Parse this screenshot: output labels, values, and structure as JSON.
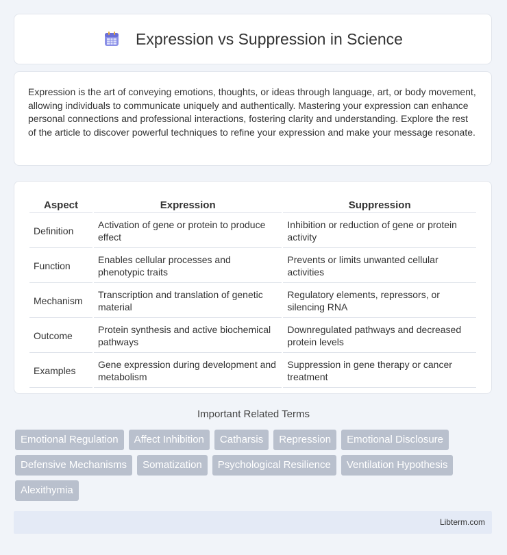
{
  "header": {
    "title": "Expression vs Suppression in Science",
    "icon": "calendar-icon"
  },
  "intro": {
    "text": "Expression is the art of conveying emotions, thoughts, or ideas through language, art, or body movement, allowing individuals to communicate uniquely and authentically. Mastering your expression can enhance personal connections and professional interactions, fostering clarity and understanding. Explore the rest of the article to discover powerful techniques to refine your expression and make your message resonate."
  },
  "table": {
    "headers": [
      "Aspect",
      "Expression",
      "Suppression"
    ],
    "rows": [
      [
        "Definition",
        "Activation of gene or protein to produce effect",
        "Inhibition or reduction of gene or protein activity"
      ],
      [
        "Function",
        "Enables cellular processes and phenotypic traits",
        "Prevents or limits unwanted cellular activities"
      ],
      [
        "Mechanism",
        "Transcription and translation of genetic material",
        "Regulatory elements, repressors, or silencing RNA"
      ],
      [
        "Outcome",
        "Protein synthesis and active biochemical pathways",
        "Downregulated pathways and decreased protein levels"
      ],
      [
        "Examples",
        "Gene expression during development and metabolism",
        "Suppression in gene therapy or cancer treatment"
      ]
    ]
  },
  "related": {
    "title": "Important Related Terms",
    "tags": [
      "Emotional Regulation",
      "Affect Inhibition",
      "Catharsis",
      "Repression",
      "Emotional Disclosure",
      "Defensive Mechanisms",
      "Somatization",
      "Psychological Resilience",
      "Ventilation Hypothesis",
      "Alexithymia"
    ]
  },
  "footer": {
    "text": "Libterm.com"
  }
}
